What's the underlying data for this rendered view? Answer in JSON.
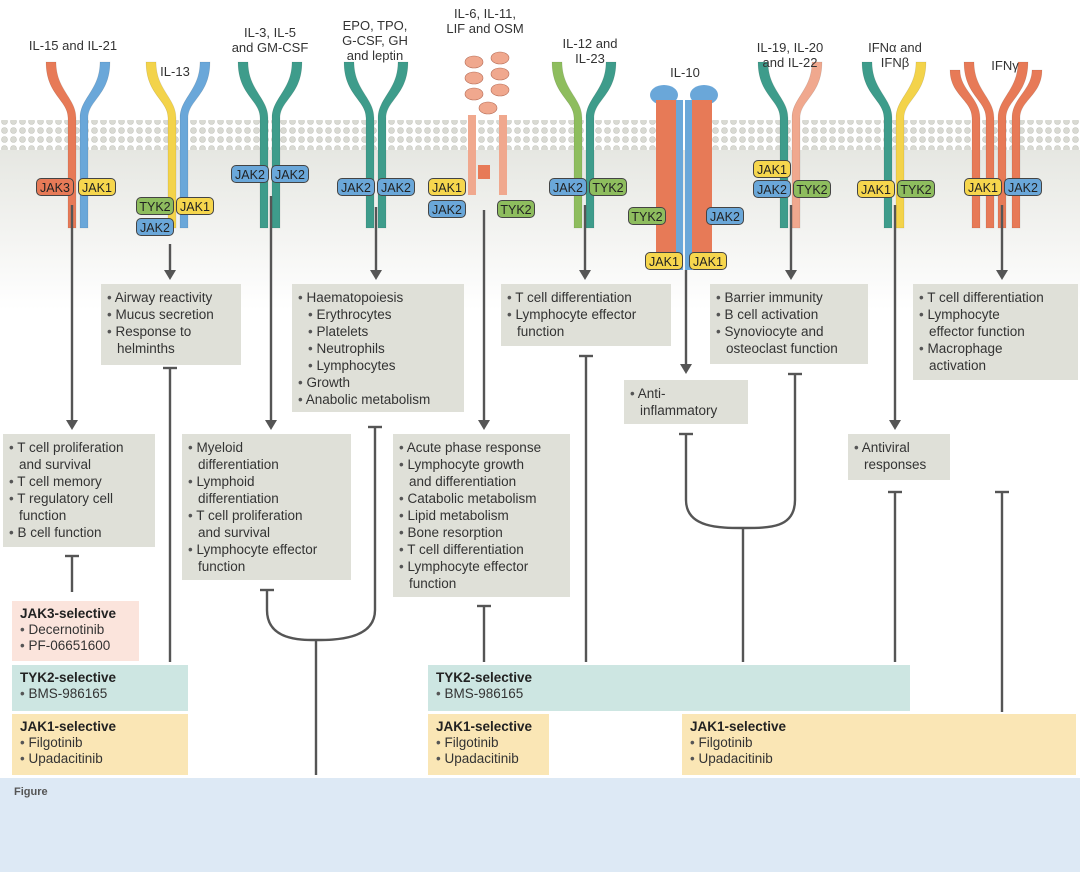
{
  "receptors": {
    "il15": "IL-15 and IL-21",
    "il13": "IL-13",
    "il3": "IL-3, IL-5\nand GM-CSF",
    "epo": "EPO, TPO,\nG-CSF, GH\nand leptin",
    "il6": "IL-6, IL-11,\nLIF and OSM",
    "il12": "IL-12 and\nIL-23",
    "il10": "IL-10",
    "il19": "IL-19, IL-20\nand IL-22",
    "ifna": "IFNα and\nIFNβ",
    "ifng": "IFNγ"
  },
  "kinases": {
    "jak1": "JAK1",
    "jak2": "JAK2",
    "jak3": "JAK3",
    "tyk2": "TYK2"
  },
  "colors": {
    "jak1": "#f6d64d",
    "jak2": "#6aa7d9",
    "jak3": "#e77a57",
    "tyk2": "#8ebd5e",
    "orange": "#e77a57",
    "blue": "#6aa7d9",
    "teal": "#3e9c8b",
    "green": "#8ebd5e",
    "yellow": "#f3d34a",
    "salmon": "#f0a88e",
    "membrane": "#d9dad3"
  },
  "upper_effects": {
    "il13": [
      "Airway reactivity",
      "Mucus secretion",
      "Response to\nhelminths"
    ],
    "epo": [
      "Haematopoiesis",
      "Erythrocytes",
      "Platelets",
      "Neutrophils",
      "Lymphocytes",
      "Growth",
      "Anabolic metabolism"
    ],
    "il12": [
      "T cell differentiation",
      "Lymphocyte effector\nfunction"
    ],
    "il19": [
      "Barrier immunity",
      "B cell activation",
      "Synoviocyte and\nosteoclast function"
    ],
    "ifng": [
      "T cell differentiation",
      "Lymphocyte\neffector function",
      "Macrophage\nactivation"
    ]
  },
  "lower_effects": {
    "il15": [
      "T cell proliferation\nand survival",
      "T cell memory",
      "T regulatory cell\nfunction",
      "B cell function"
    ],
    "il3": [
      "Myeloid\ndifferentiation",
      "Lymphoid\ndifferentiation",
      "T cell proliferation\nand survival",
      "Lymphocyte effector\nfunction"
    ],
    "il6": [
      "Acute phase response",
      "Lymphocyte growth\nand differentiation",
      "Catabolic metabolism",
      "Lipid metabolism",
      "Bone resorption",
      "T cell differentiation",
      "Lymphocyte effector\nfunction"
    ],
    "il10": [
      "Anti-\ninflammatory"
    ],
    "ifna": [
      "Antiviral\nresponses"
    ]
  },
  "drugs": {
    "jak3": {
      "title": "JAK3-selective",
      "items": [
        "Decernotinib",
        "PF-06651600"
      ]
    },
    "tyk2_left": {
      "title": "TYK2-selective",
      "items": [
        "BMS-986165"
      ]
    },
    "tyk2_right": {
      "title": "TYK2-selective",
      "items": [
        "BMS-986165"
      ]
    },
    "jak1_left": {
      "title": "JAK1-selective",
      "items": [
        "Filgotinib",
        "Upadacitinib"
      ]
    },
    "jak1_mid": {
      "title": "JAK1-selective",
      "items": [
        "Filgotinib",
        "Upadacitinib"
      ]
    },
    "jak1_right": {
      "title": "JAK1-selective",
      "items": [
        "Filgotinib",
        "Upadacitinib"
      ]
    }
  },
  "footer": {
    "caption": "Figure"
  }
}
